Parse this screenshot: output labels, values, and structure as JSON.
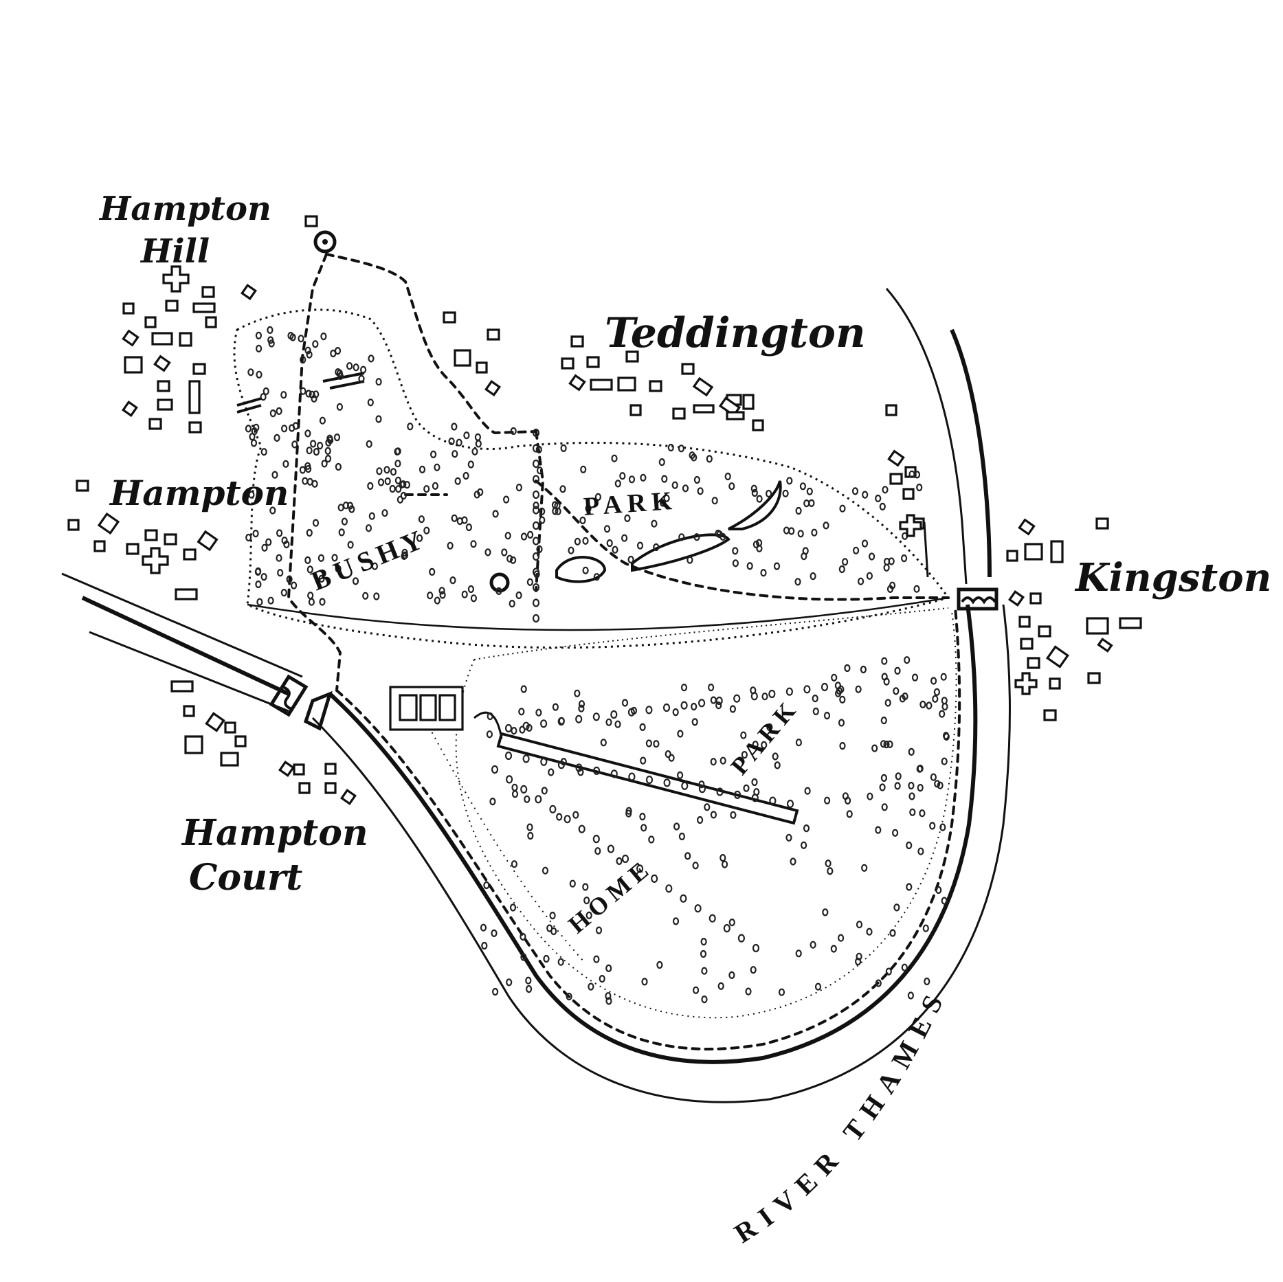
{
  "map": {
    "places": {
      "hampton_hill": [
        "Hampton",
        "Hill"
      ],
      "teddington": "Teddington",
      "hampton": "Hampton",
      "kingston": "Kingston",
      "hampton_court": [
        "Hampton",
        "Court"
      ]
    },
    "parks": {
      "bushy_word1": "BUSHY",
      "bushy_word2": "PARK",
      "home_word1": "HOME",
      "home_word2": "PARK"
    },
    "river": "RIVER THAMES"
  }
}
